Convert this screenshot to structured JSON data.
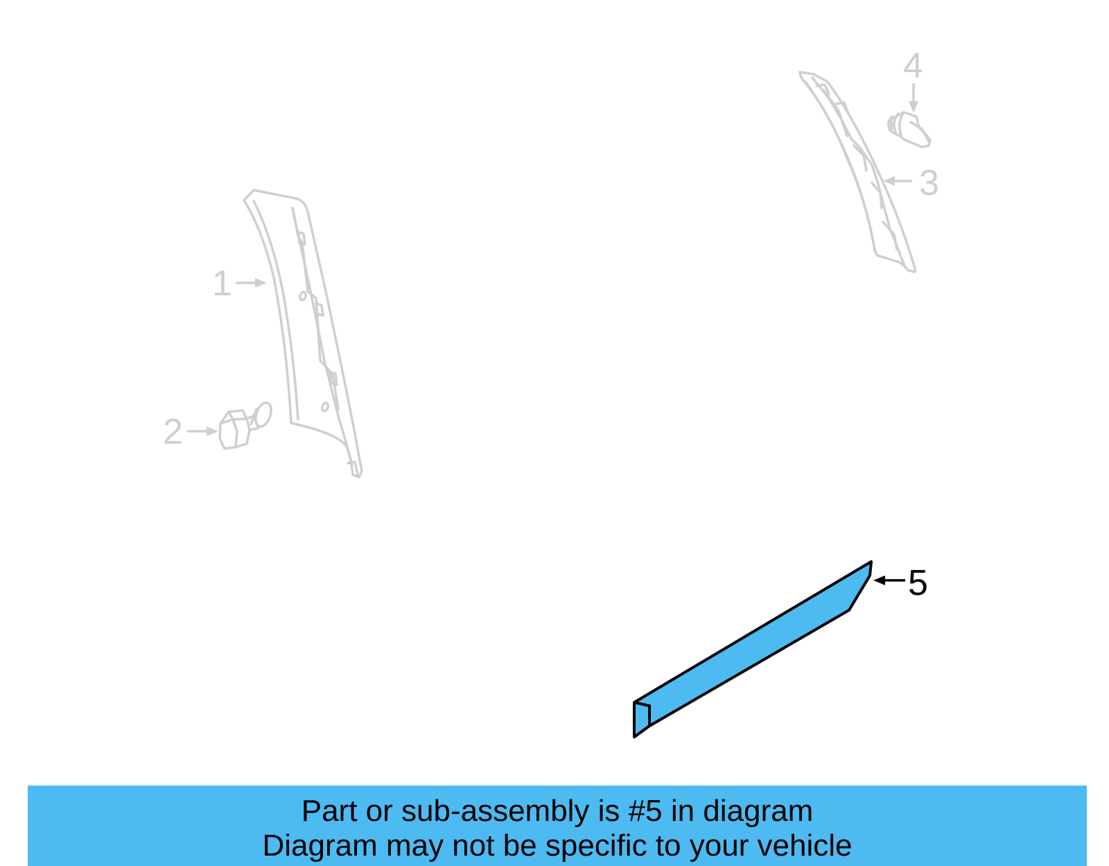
{
  "diagram": {
    "callouts": [
      {
        "number": "1",
        "state": "dimmed"
      },
      {
        "number": "2",
        "state": "dimmed"
      },
      {
        "number": "3",
        "state": "dimmed"
      },
      {
        "number": "4",
        "state": "dimmed"
      },
      {
        "number": "5",
        "state": "highlighted"
      }
    ],
    "highlight_color": "#4DBAF2",
    "dimmed_color": "#CFCFCF"
  },
  "banner": {
    "line1": "Part or sub-assembly is #5 in diagram",
    "line2": "Diagram may not be specific to your vehicle",
    "background_color": "#4DBAF2"
  }
}
